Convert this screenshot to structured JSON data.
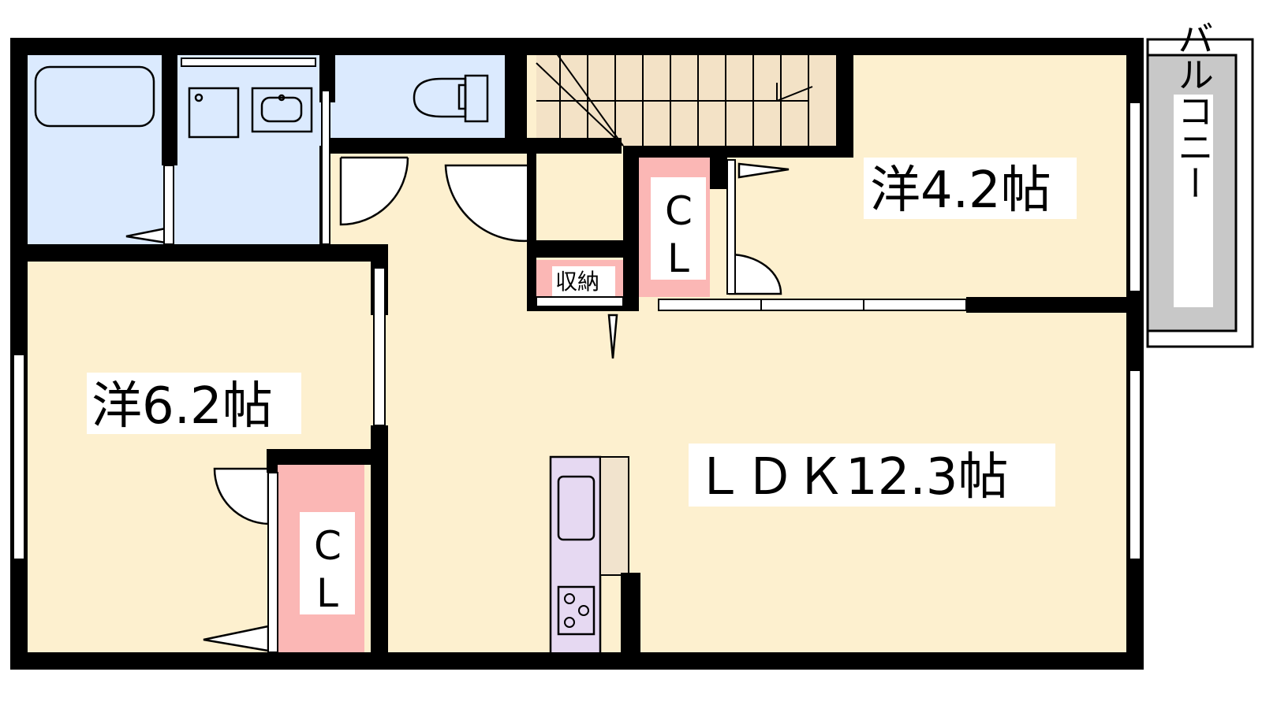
{
  "rooms": {
    "western_room_1": "洋4.2帖",
    "western_room_2": "洋6.2帖",
    "ldk": "ＬＤＫ12.3帖",
    "balcony": "バルコニー",
    "storage": "収納",
    "closet_1_top": "C",
    "closet_1_bottom": "L",
    "closet_2_top": "C",
    "closet_2_bottom": "L"
  },
  "colors": {
    "room_floor": "#fdf0cf",
    "wet_area": "#dbeafe",
    "closet": "#fbb7b5",
    "balcony": "#c8c8c8",
    "stairs": "#f3e2c6",
    "kitchen": "#e6d9f2",
    "counter": "#f1e3cd",
    "wall": "#000000"
  }
}
